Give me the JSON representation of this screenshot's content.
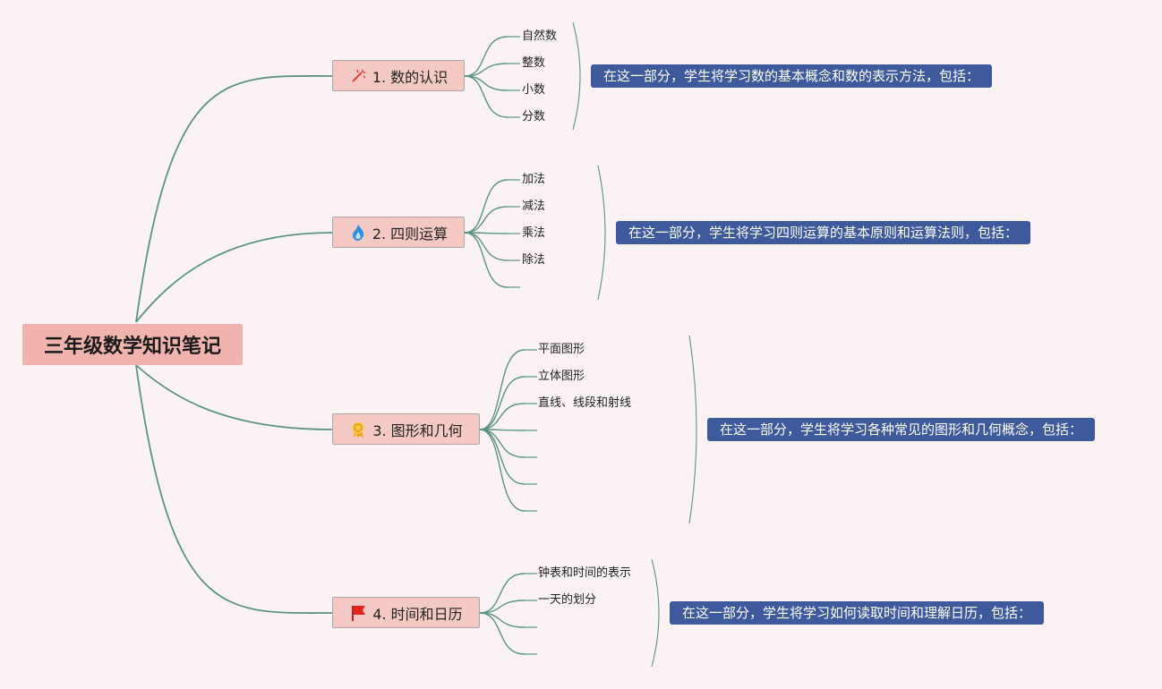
{
  "root": {
    "title": "三年级数学知识笔记"
  },
  "colors": {
    "connector": "#5b9483",
    "bracket": "#5b9483",
    "note_bg": "#3e5a9c",
    "branch_bg": "#f4c9c3",
    "root_bg": "#f0b3ae"
  },
  "branches": [
    {
      "label": "1. 数的认识",
      "icon": "sparkle-wand-icon",
      "leaves": [
        "自然数",
        "整数",
        "小数",
        "分数"
      ],
      "note": "在这一部分，学生将学习数的基本概念和数的表示方法，包括："
    },
    {
      "label": "2. 四则运算",
      "icon": "flame-icon",
      "leaves": [
        "加法",
        "减法",
        "乘法",
        "除法",
        ""
      ],
      "note": "在这一部分，学生将学习四则运算的基本原则和运算法则，包括："
    },
    {
      "label": "3. 图形和几何",
      "icon": "award-ribbon-icon",
      "leaves": [
        "平面图形",
        "立体图形",
        "直线、线段和射线",
        "",
        "",
        "",
        ""
      ],
      "note": "在这一部分，学生将学习各种常见的图形和几何概念，包括："
    },
    {
      "label": "4. 时间和日历",
      "icon": "red-flag-icon",
      "leaves": [
        "钟表和时间的表示",
        "一天的划分",
        "",
        ""
      ],
      "note": "在这一部分，学生将学习如何读取时间和理解日历，包括："
    }
  ]
}
